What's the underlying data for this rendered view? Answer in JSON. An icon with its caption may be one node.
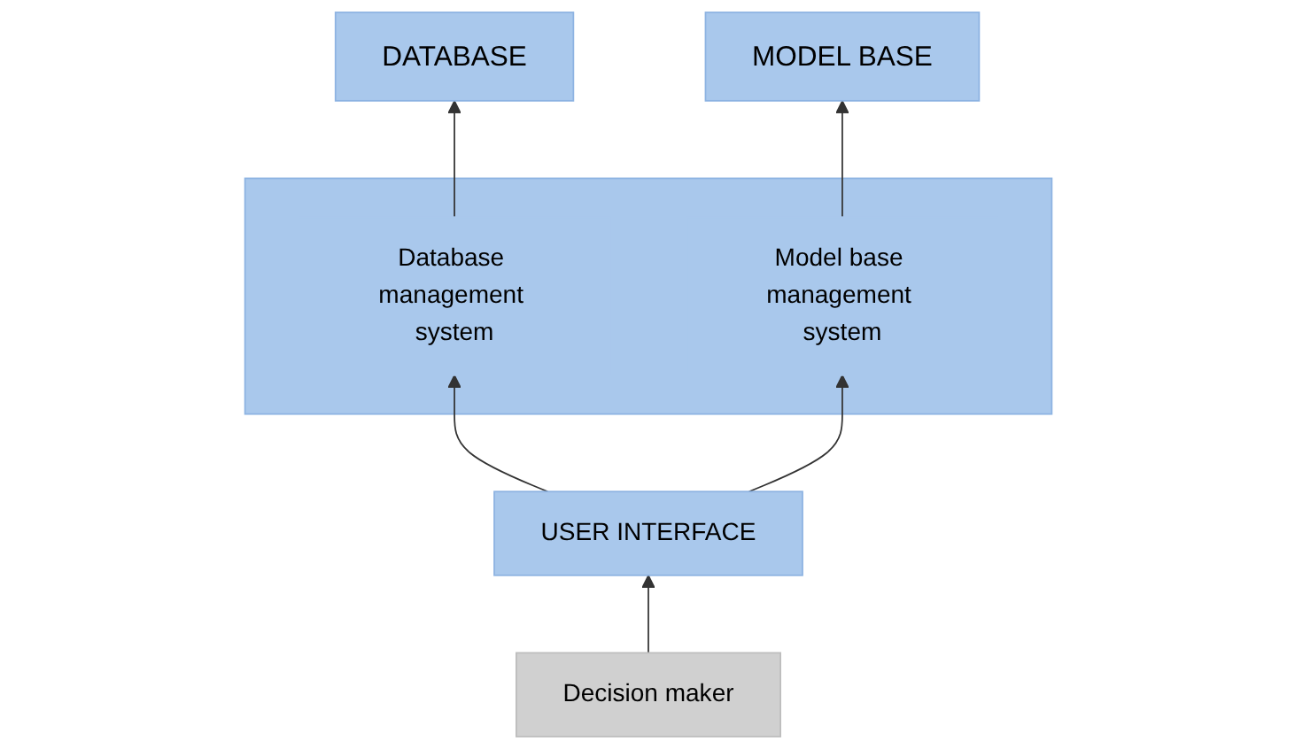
{
  "diagram": {
    "nodes": [
      {
        "text": [
          "DATABASE"
        ]
      },
      {
        "text": [],
        "shape": "box"
      },
      {
        "text": [
          "Database management system"
        ],
        "in": 1
      },
      {
        "text": [
          "Model base management system"
        ],
        "in": 1
      },
      {
        "text": [
          "MODEL BASE"
        ]
      },
      {
        "text": [
          "USER INTERFACE"
        ]
      },
      {
        "text": [
          "Decision maker"
        ]
      }
    ],
    "edges": [
      {
        "from": 2,
        "to": 0,
        "arrow": "to"
      },
      {
        "from": 3,
        "to": 4,
        "arrow": "to"
      },
      {
        "from": 5,
        "to": 2,
        "arrow": "to"
      },
      {
        "from": 5,
        "to": 3,
        "arrow": "to"
      },
      {
        "from": 6,
        "to": 5,
        "arrow": "to"
      }
    ]
  }
}
